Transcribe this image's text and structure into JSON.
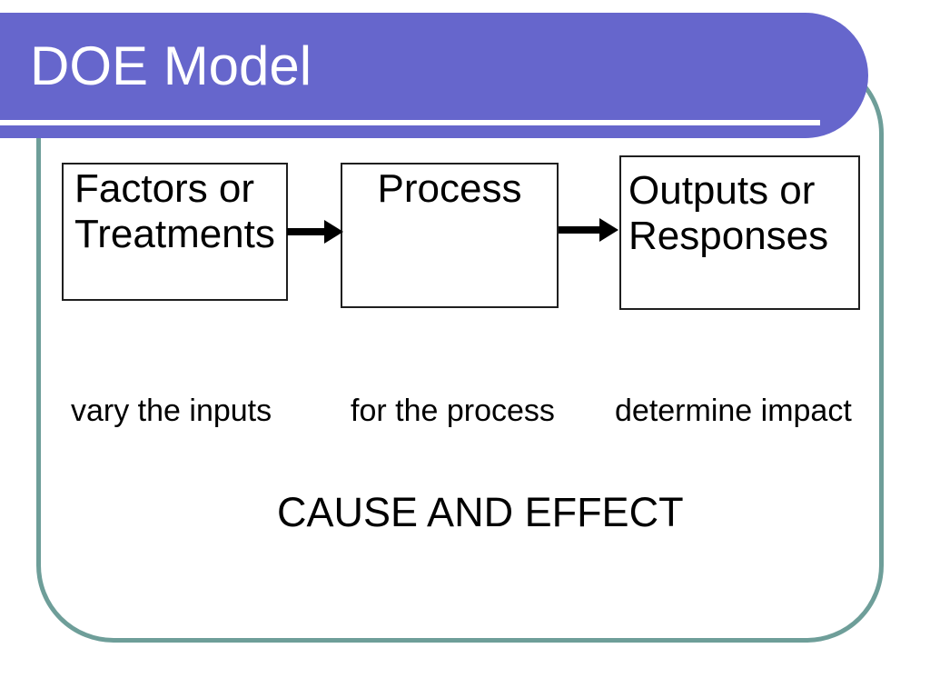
{
  "slide": {
    "title": "DOE Model",
    "caption": "CAUSE AND EFFECT"
  },
  "diagram": {
    "boxes": [
      {
        "id": "factors",
        "lines": [
          "Factors or",
          "Treatments"
        ],
        "sublabel": "vary the inputs"
      },
      {
        "id": "process",
        "lines": [
          "Process"
        ],
        "sublabel": "for the process"
      },
      {
        "id": "outputs",
        "lines": [
          "Outputs or",
          "Responses"
        ],
        "sublabel": "determine impact"
      }
    ],
    "arrows": [
      {
        "from": "factors",
        "to": "process"
      },
      {
        "from": "process",
        "to": "outputs"
      }
    ]
  },
  "colors": {
    "banner_purple": "#6666cc",
    "frame_teal": "#6e9e99",
    "banner_underline": "#ffffff",
    "title_text": "#ffffff",
    "box_border": "#1f1f1f",
    "body_text": "#000000",
    "arrow": "#000000",
    "background": "#ffffff"
  }
}
